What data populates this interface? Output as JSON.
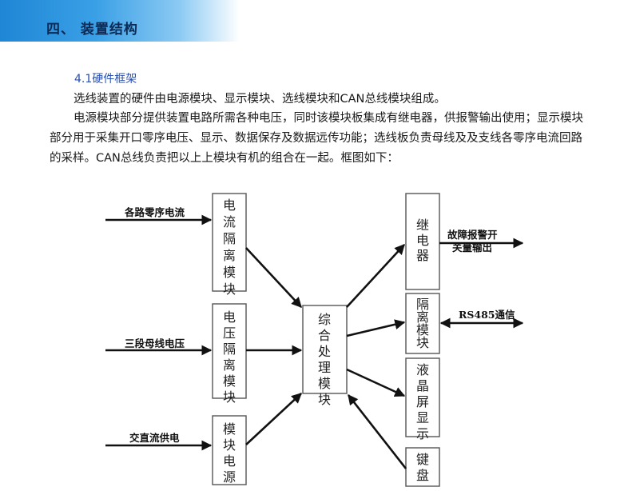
{
  "header": {
    "title": "四、 装置结构"
  },
  "section": {
    "subtitle": "4.1硬件框架",
    "paragraphs": [
      "选线装置的硬件由电源模块、显示模块、选线模块和CAN总线模块组成。",
      "电源模块部分提供装置电路所需各种电压，同时该模块板集成有继电器，供报警输出使用；显示模块部分用于采集开口零序电压、显示、数据保存及数据远传功能；选线板负责母线及及支线各零序电流回路的采样。CAN总线负责把以上上模块有机的组合在一起。框图如下："
    ]
  },
  "diagram": {
    "nodes": {
      "current": "电流隔离模块",
      "voltage": "电压隔离模块",
      "power": "模块电源",
      "core": "综合处理模块",
      "relay": "继电器",
      "iso": "隔离模块",
      "lcd": "液晶屏显示",
      "keys": "键盘"
    },
    "labels": {
      "in_current": "各路零序电流",
      "in_voltage": "三段母线电压",
      "in_power": "交直流供电",
      "out_alarm_1": "故障报警开",
      "out_alarm_2": "关量输出",
      "rs485": "RS485通信"
    }
  }
}
